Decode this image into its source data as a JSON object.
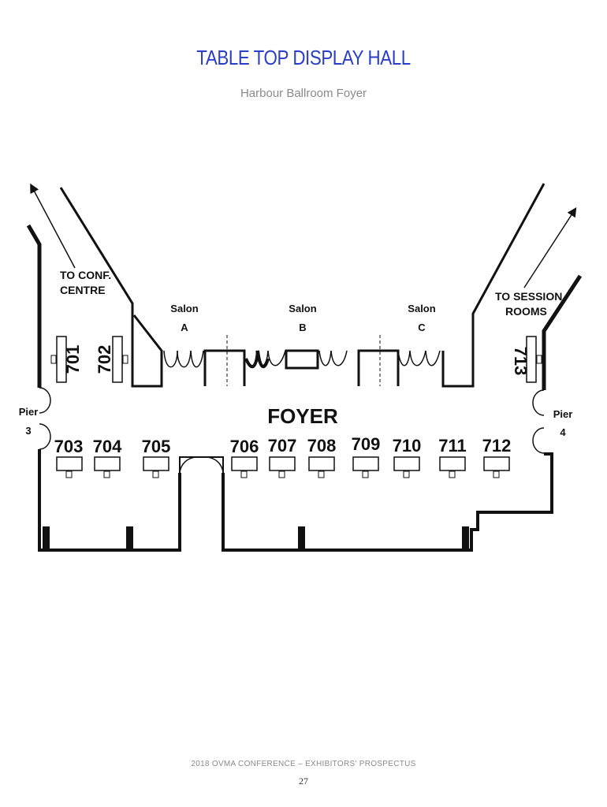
{
  "header": {
    "title": "TABLE TOP DISPLAY HALL",
    "subtitle": "Harbour Ballroom Foyer"
  },
  "map": {
    "directions": {
      "conf_centre": [
        "TO CONF.",
        "CENTRE"
      ],
      "session_rooms": [
        "TO SESSION",
        "ROOMS"
      ]
    },
    "salons": [
      {
        "line1": "Salon",
        "line2": "A"
      },
      {
        "line1": "Salon",
        "line2": "B"
      },
      {
        "line1": "Salon",
        "line2": "C"
      }
    ],
    "foyer_label": "FOYER",
    "piers": [
      {
        "line1": "Pier",
        "line2": "3"
      },
      {
        "line1": "Pier",
        "line2": "4"
      }
    ],
    "booths": [
      "701",
      "702",
      "703",
      "704",
      "705",
      "706",
      "707",
      "708",
      "709",
      "710",
      "711",
      "712",
      "713"
    ]
  },
  "footer": {
    "line": "2018 OVMA CONFERENCE – EXHIBITORS' PROSPECTUS",
    "page": "27"
  }
}
